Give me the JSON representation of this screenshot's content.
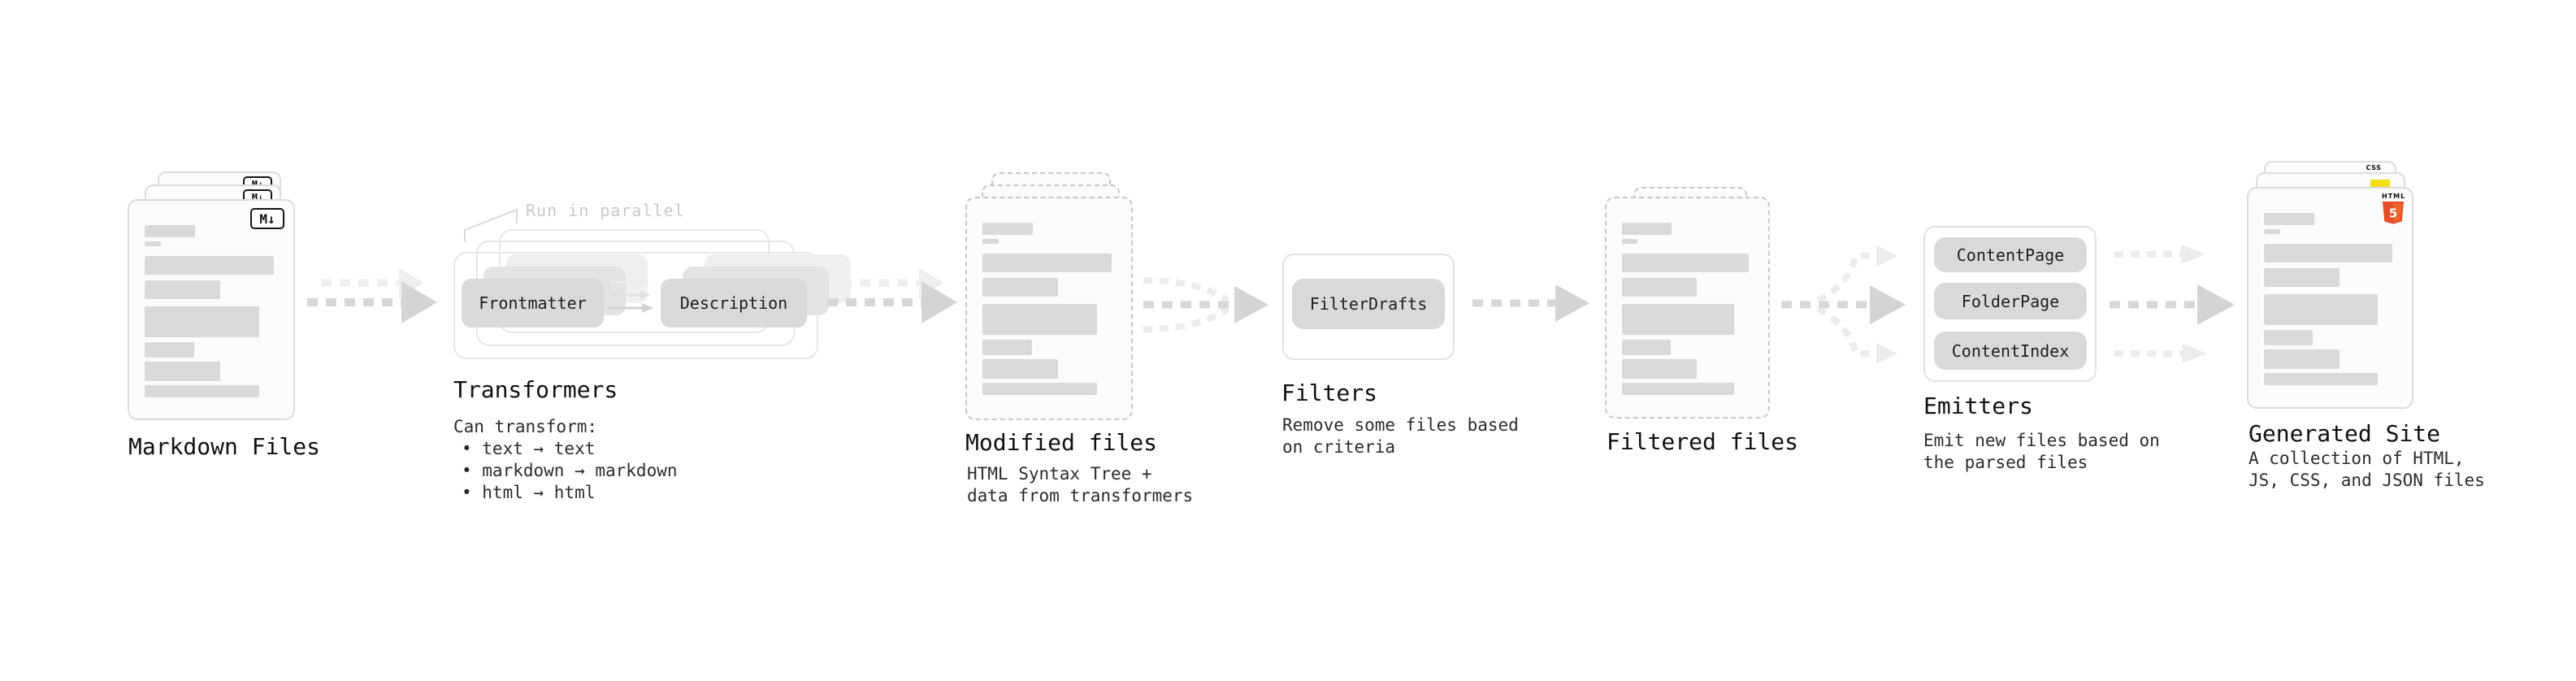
{
  "sections": {
    "markdown_files": {
      "label": "Markdown Files",
      "badge": "M↓"
    },
    "transformers": {
      "label": "Transformers",
      "annotation": "Run in parallel",
      "box1": "Frontmatter",
      "box2": "Description",
      "desc_title": "Can transform:",
      "bullets": [
        "• text → text",
        "• markdown → markdown",
        "• html → html"
      ]
    },
    "modified_files": {
      "label": "Modified files",
      "desc_line1": "HTML Syntax Tree +",
      "desc_line2": "data from transformers"
    },
    "filters": {
      "label": "Filters",
      "box1": "FilterDrafts",
      "desc_line1": "Remove some files based",
      "desc_line2": "on criteria"
    },
    "filtered_files": {
      "label": "Filtered files"
    },
    "emitters": {
      "label": "Emitters",
      "box1": "ContentPage",
      "box2": "FolderPage",
      "box3": "ContentIndex",
      "desc_line1": "Emit new files based on",
      "desc_line2": "the parsed files"
    },
    "generated_site": {
      "label": "Generated Site",
      "desc_line1": "A collection of HTML,",
      "desc_line2": "JS, CSS, and JSON files",
      "html_badge_word": "HTML",
      "html_badge_number": "5",
      "css_badge_word": "CSS"
    }
  },
  "colors": {
    "html5_orange": "#e44d26",
    "html5_orange2": "#f16529",
    "js_yellow": "#f5de19",
    "css_blue": "#2965f1"
  }
}
